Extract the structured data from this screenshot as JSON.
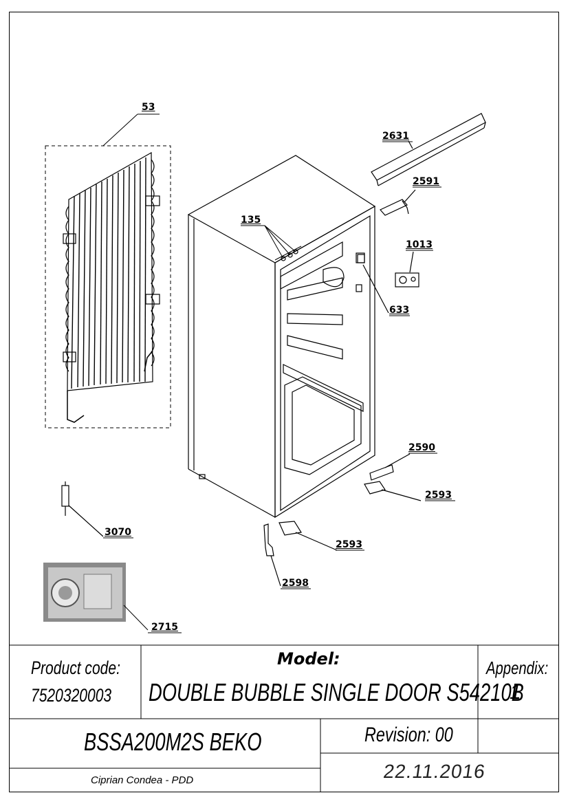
{
  "callouts": [
    {
      "id": "53"
    },
    {
      "id": "2631"
    },
    {
      "id": "2591"
    },
    {
      "id": "135"
    },
    {
      "id": "1013"
    },
    {
      "id": "633"
    },
    {
      "id": "2590"
    },
    {
      "id": "2593"
    },
    {
      "id": "3070"
    },
    {
      "id": "2593"
    },
    {
      "id": "2598"
    },
    {
      "id": "2715"
    }
  ],
  "title_block": {
    "product_code_label": "Product code:",
    "product_code": "7520320003",
    "model_label": "Model:",
    "model": "DOUBLE BUBBLE SINGLE DOOR S54210B",
    "appendix_label": "Appendix:",
    "appendix": "1",
    "part_code": "BSSA200M2S BEKO",
    "revision": "Revision: 00",
    "author": "Ciprian Condea - PDD",
    "date": "22.11.2016"
  }
}
